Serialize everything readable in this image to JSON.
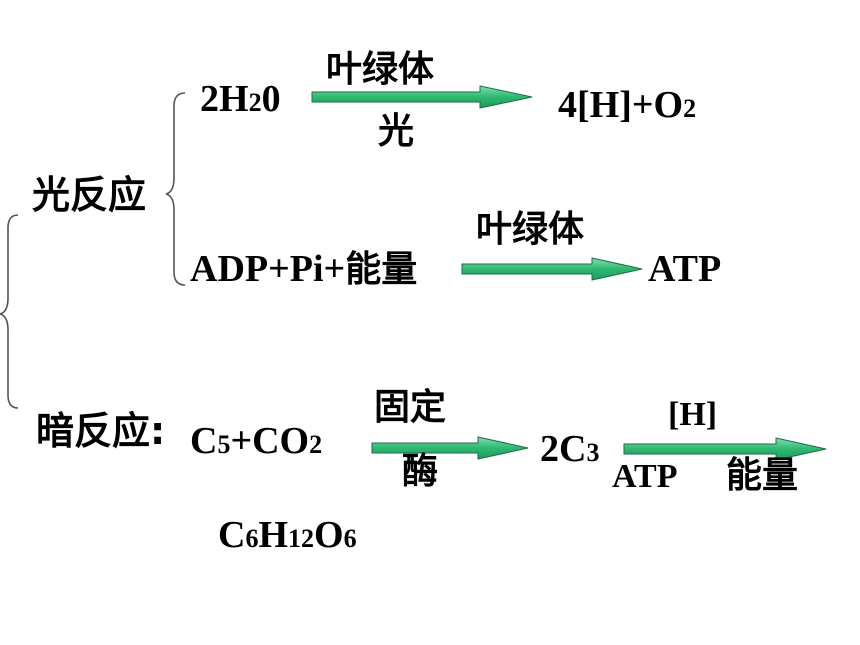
{
  "light_reaction": {
    "label": "光反应",
    "reaction1": {
      "reactant": "2H​20",
      "arrow_top": "叶绿体",
      "arrow_bottom": "光",
      "product": "4[H]+O2"
    },
    "reaction2": {
      "reactant": "ADP+Pi+能量",
      "arrow_top": "叶绿体",
      "product": "ATP"
    }
  },
  "dark_reaction": {
    "label": "暗反应:",
    "reaction1": {
      "reactant": "C5+CO2",
      "arrow_top": "固定",
      "arrow_bottom": "酶",
      "product": "2C3"
    },
    "reaction2": {
      "arrow_top": "[H]",
      "arrow_bottom_left": "ATP",
      "arrow_bottom_right": "能量"
    },
    "final_product": "C6H12O6"
  },
  "colors": {
    "arrow_fill": "#2eb872",
    "arrow_stroke": "#1a6e44",
    "brace": "#555555",
    "text": "#000000"
  }
}
